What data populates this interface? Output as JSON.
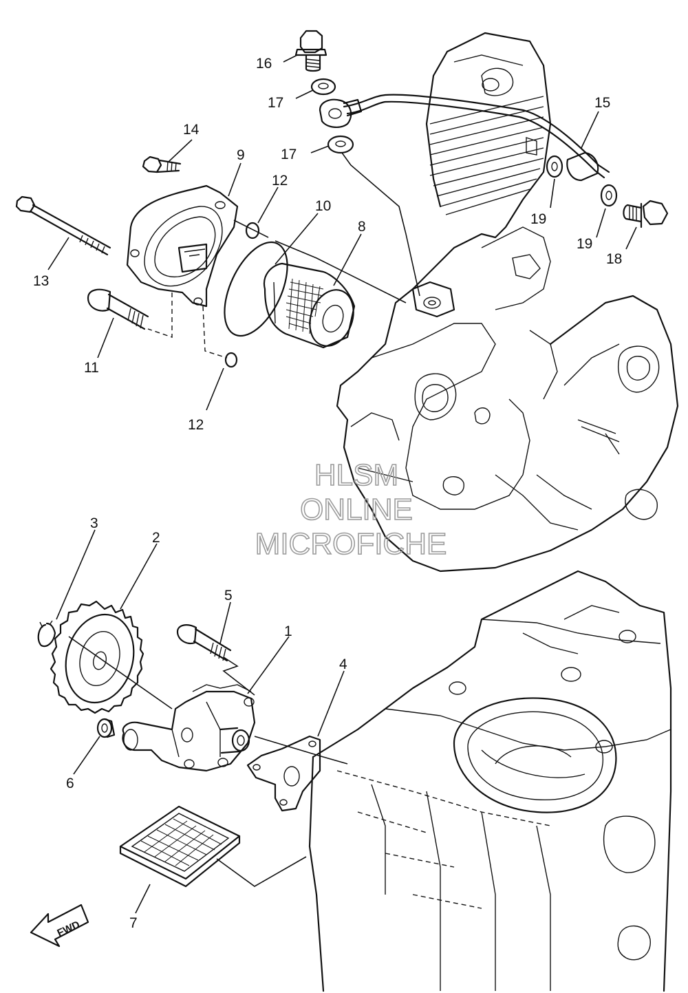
{
  "labels": {
    "p1": "1",
    "p2": "2",
    "p3": "3",
    "p4": "4",
    "p5": "5",
    "p6": "6",
    "p7": "7",
    "p8": "8",
    "p9": "9",
    "p10": "10",
    "p11": "11",
    "p12a": "12",
    "p12b": "12",
    "p13": "13",
    "p14": "14",
    "p15": "15",
    "p16": "16",
    "p17a": "17",
    "p17b": "17",
    "p18": "18",
    "p19a": "19",
    "p19b": "19"
  },
  "watermark": {
    "line1": "HLSM",
    "line2": "ONLINE",
    "line3": "MICROFICHE"
  },
  "fwd": "FWD"
}
